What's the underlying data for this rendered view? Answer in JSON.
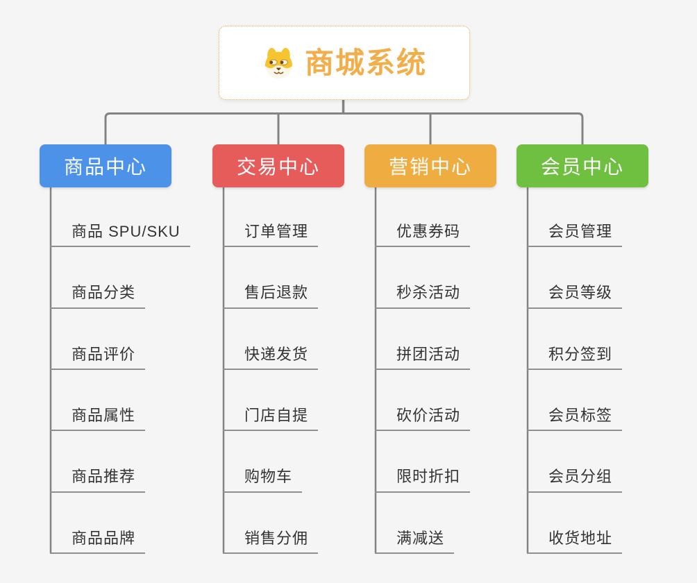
{
  "page": {
    "background_color": "#f5f5f5",
    "connector_color": "#838383",
    "underline_color": "#8f8f8f",
    "leaf_text_color": "#333333"
  },
  "root": {
    "title": "商城系统",
    "title_color": "#f2ae4b",
    "border_color": "#e8a94c",
    "icon": "shiba-dog-icon"
  },
  "branches": [
    {
      "label": "商品中心",
      "color": "#4b92e8",
      "items": [
        "商品 SPU/SKU",
        "商品分类",
        "商品评价",
        "商品属性",
        "商品推荐",
        "商品品牌"
      ]
    },
    {
      "label": "交易中心",
      "color": "#e55c5a",
      "items": [
        "订单管理",
        "售后退款",
        "快递发货",
        "门店自提",
        "购物车",
        "销售分佣"
      ]
    },
    {
      "label": "营销中心",
      "color": "#efac40",
      "items": [
        "优惠券码",
        "秒杀活动",
        "拼团活动",
        "砍价活动",
        "限时折扣",
        "满减送"
      ]
    },
    {
      "label": "会员中心",
      "color": "#6fc040",
      "items": [
        "会员管理",
        "会员等级",
        "积分签到",
        "会员标签",
        "会员分组",
        "收货地址"
      ]
    }
  ]
}
